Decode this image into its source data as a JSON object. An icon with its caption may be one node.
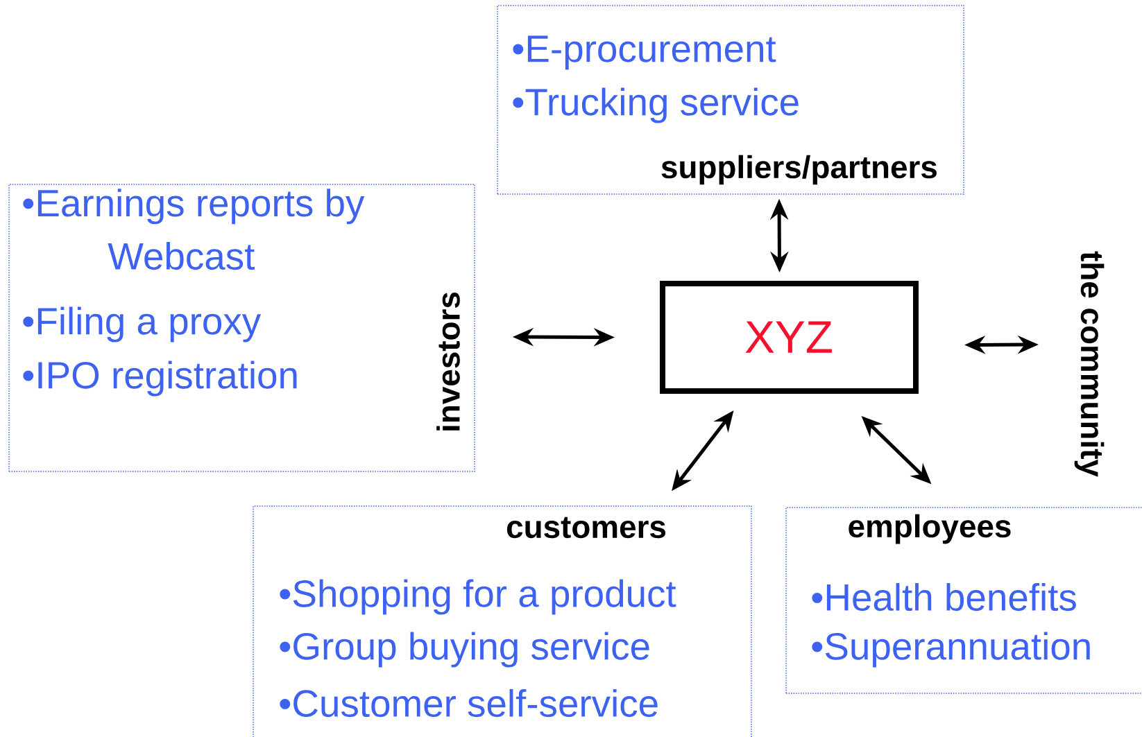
{
  "diagram": {
    "nodes": [
      {
        "text": [
          "XYZ"
        ]
      },
      {
        "text": [
          "•E-procurement",
          "•Trucking service",
          "suppliers/partners"
        ]
      },
      {
        "text": [
          "•Earnings reports by Webcast",
          "•Filing a proxy",
          "•IPO registration",
          "investors"
        ]
      },
      {
        "text": [
          "customers",
          "•Shopping for a product",
          "•Group buying service",
          "•Customer self-service"
        ]
      },
      {
        "text": [
          "employees",
          "•Health benefits",
          "•Superannuation"
        ]
      },
      {
        "text": [
          "the community"
        ]
      }
    ],
    "edges": [
      {
        "from": 0,
        "to": 1,
        "arrow": "both"
      },
      {
        "from": 0,
        "to": 2,
        "arrow": "both"
      },
      {
        "from": 0,
        "to": 3,
        "arrow": "both"
      },
      {
        "from": 0,
        "to": 4,
        "arrow": "both"
      },
      {
        "from": 0,
        "to": 5,
        "arrow": "both"
      }
    ]
  }
}
